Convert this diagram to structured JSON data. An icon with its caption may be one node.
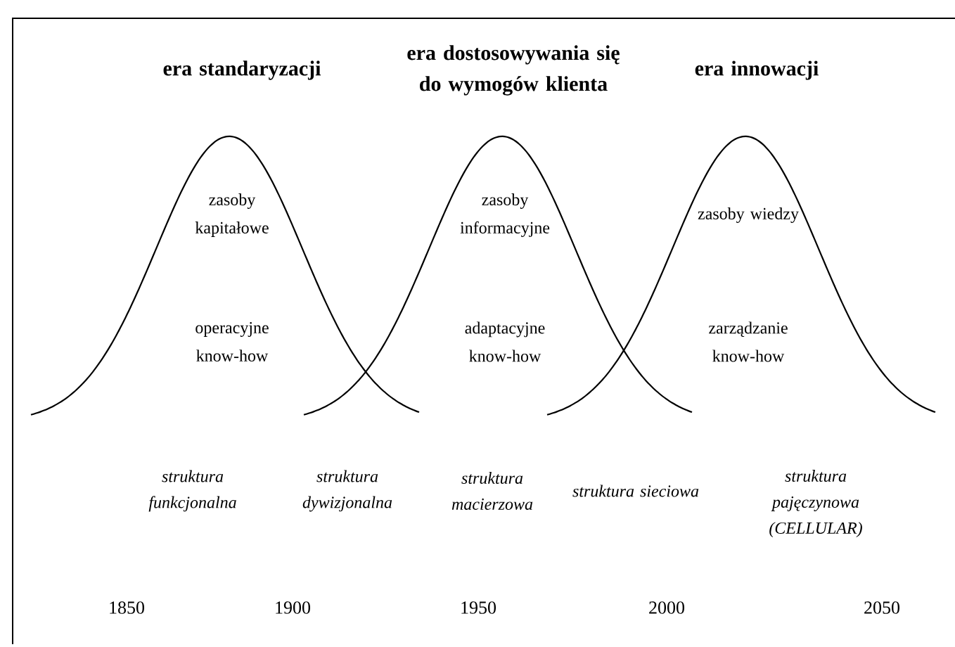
{
  "diagram": {
    "nodes": [
      {
        "text": [
          "era standaryzacji",
          "zasoby kapitałowe",
          "operacyjne know-how"
        ]
      },
      {
        "text": [
          "era dostosowywania się do wymogów klienta",
          "zasoby informacyjne",
          "adaptacyjne know-how"
        ]
      },
      {
        "text": [
          "era innowacji",
          "zasoby wiedzy",
          "zarządzanie know-how"
        ]
      }
    ],
    "labels": [
      "struktura funkcjonalna",
      "struktura dywizjonalna",
      "struktura macierzowa",
      "struktura sieciowa",
      "struktura pajęczynowa (CELLULAR)",
      "1850",
      "1900",
      "1950",
      "2000",
      "2050"
    ]
  }
}
